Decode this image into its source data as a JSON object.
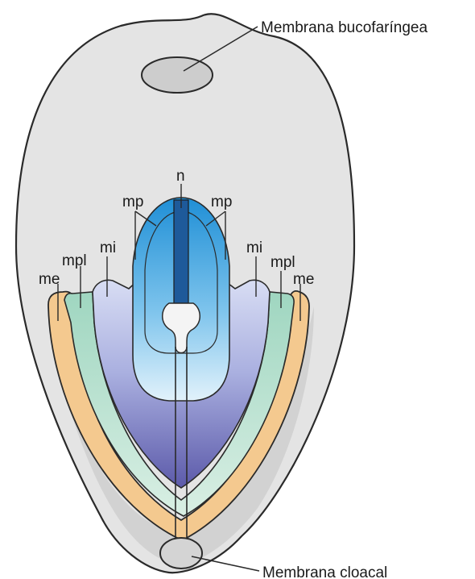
{
  "labels": {
    "membrana_bucofaringea": "Membrana bucofaríngea",
    "membrana_cloacal": "Membrana cloacal",
    "n": "n",
    "mp": "mp",
    "mi": "mi",
    "mpl": "mpl",
    "me": "me"
  },
  "colors": {
    "outline": "#2a2a2a",
    "disc_fill": "#e3e3e3",
    "disc_lower_shade": "#d0d0d0",
    "membrane_fill": "#cccccc",
    "ectoderm_edge": "#f2c891",
    "lateral_plate": "#bfe3cf",
    "intermediate": "#aeb8e4",
    "paraxial_deep": "#6b6bb5",
    "notochord_plate": "#4aa3dd",
    "notochord": "#1e5a9a"
  }
}
